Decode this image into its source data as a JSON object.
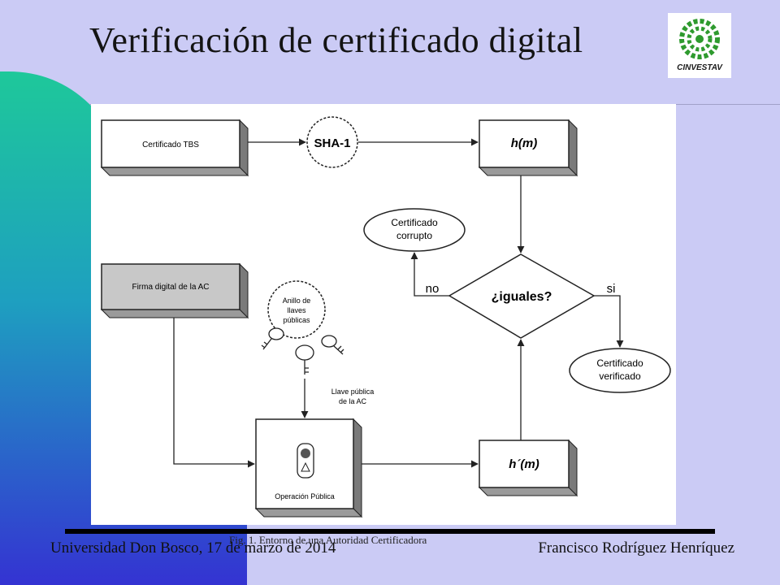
{
  "slide": {
    "title": "Verificación de certificado digital",
    "logo_text": "CINVESTAV",
    "caption": "Fig. 1. Entorno de una Autoridad Certificadora",
    "footer_left": "Universidad Don Bosco, 17 de marzo de 2014",
    "footer_right": "Francisco Rodríguez Henríquez"
  },
  "diagram": {
    "cert_tbs": "Certificado TBS",
    "sha1": "SHA-1",
    "hm": "h(m)",
    "corrupt_line1": "Certificado",
    "corrupt_line2": "corrupto",
    "equal_question": "¿iguales?",
    "no_label": "no",
    "yes_label": "si",
    "verified_line1": "Certificado",
    "verified_line2": "verificado",
    "signature": "Firma digital de la AC",
    "ring_line1": "Anillo de",
    "ring_line2": "llaves",
    "ring_line3": "públicas",
    "pubkey_line1": "Llave pública",
    "pubkey_line2": "de la AC",
    "public_op": "Operación Pública",
    "hpm": "h´(m)"
  }
}
